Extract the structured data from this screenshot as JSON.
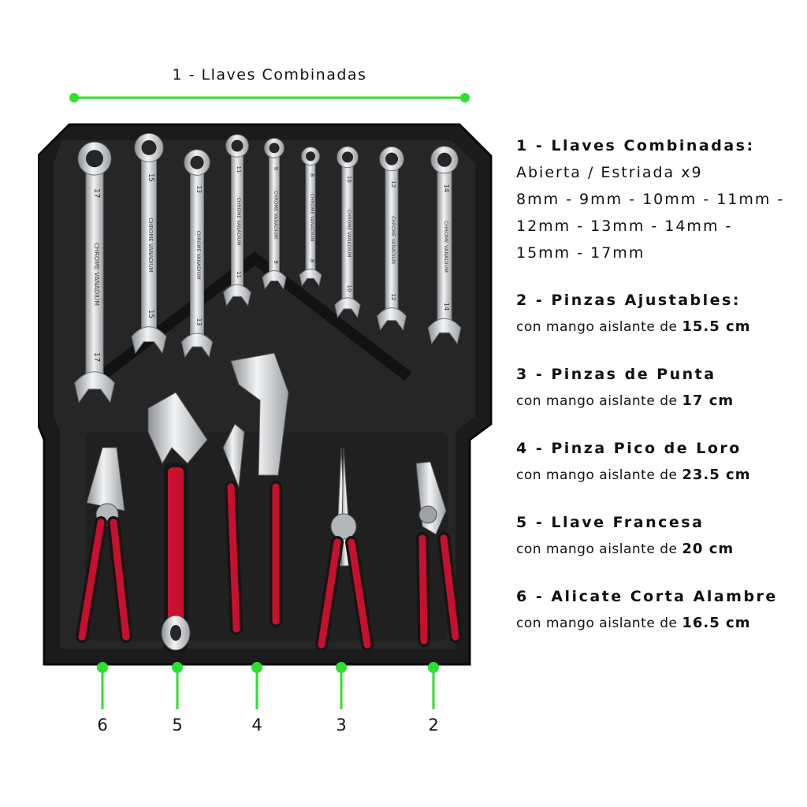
{
  "header": {
    "label": "1 - Llaves Combinadas"
  },
  "specs": [
    {
      "title": "1 - Llaves Combinadas:",
      "lines": [
        "Abierta / Estriada x9",
        "8mm - 9mm - 10mm - 11mm -",
        "12mm - 13mm - 14mm -",
        "15mm - 17mm"
      ]
    },
    {
      "title": "2 - Pinzas Ajustables:",
      "prefix": "con mango aislante de",
      "size": "15.5 cm"
    },
    {
      "title": "3 - Pinzas de Punta",
      "prefix": "con mango aislante de",
      "size": "17 cm"
    },
    {
      "title": "4 - Pinza Pico de Loro",
      "prefix": "con mango aislante de",
      "size": "23.5 cm"
    },
    {
      "title": "5 - Llave Francesa",
      "prefix": "con mango aislante de",
      "size": "20 cm"
    },
    {
      "title": "6 - Alicate Corta Alambre",
      "prefix": "con mango aislante de",
      "size": "16.5 cm"
    }
  ],
  "markers": [
    "6",
    "5",
    "4",
    "3",
    "2"
  ],
  "wrench_sizes": [
    "17",
    "15",
    "13",
    "11",
    "9",
    "8",
    "10",
    "12",
    "14"
  ],
  "wrench_brand": "CHROME VANADIUM",
  "colors": {
    "accent": "#2ee02e",
    "tray": "#1b1b1b",
    "handle_red": "#c8102e",
    "handle_black": "#151515",
    "chrome": "#cfd2d4"
  }
}
